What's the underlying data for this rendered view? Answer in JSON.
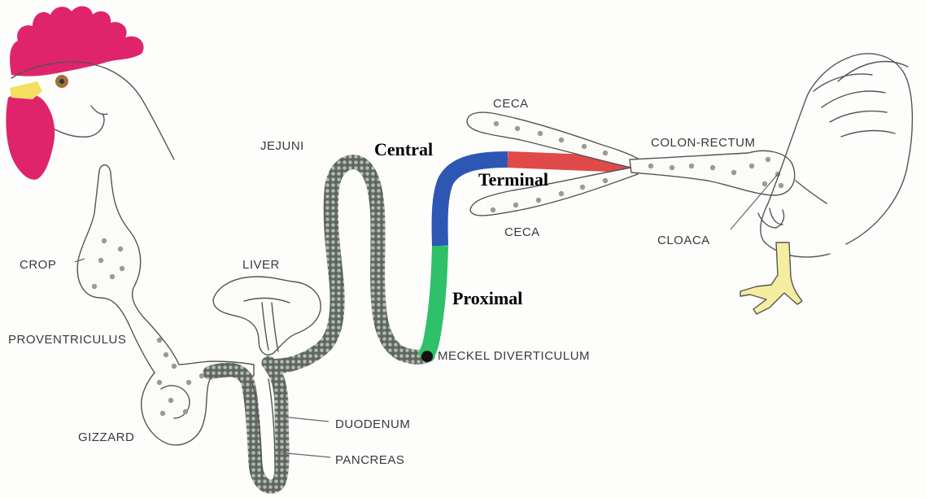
{
  "labels": {
    "crop": "CROP",
    "proventriculus": "PROVENTRICULUS",
    "gizzard": "GIZZARD",
    "liver": "LIVER",
    "jejuni": "JEJUNI",
    "duodenum": "DUODENUM",
    "pancreas": "PANCREAS",
    "meckel": "MECKEL DIVERTICULUM",
    "ceca_top": "CECA",
    "ceca_bottom": "CECA",
    "colon_rectum": "COLON-RECTUM",
    "cloaca": "CLOACA"
  },
  "segments": {
    "central": {
      "label": "Central",
      "color": "#2e57b3"
    },
    "terminal": {
      "label": "Terminal",
      "color": "#e04a4a"
    },
    "proximal": {
      "label": "Proximal",
      "color": "#2fc06a"
    }
  },
  "colors": {
    "comb": "#e0246b",
    "beak": "#f3e060",
    "eye": "#a0703a",
    "feet": "#f5eda0",
    "intestine": "#5e6660"
  }
}
